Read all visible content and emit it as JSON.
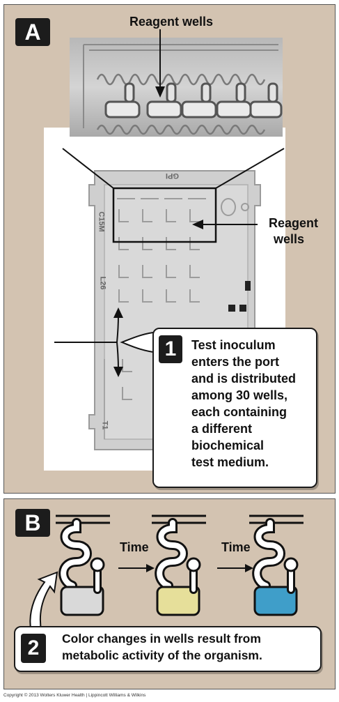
{
  "panel_a": {
    "tag": "A",
    "top_label": "Reagent wells",
    "side_label_line1": "Reagent",
    "side_label_line2": "wells",
    "card_text_top": "GPI",
    "card_text_left1": "C15M",
    "card_text_left2": "L26",
    "card_text_left3": "T1",
    "step_number": "1",
    "step_lines": [
      "Test inoculum",
      "enters the port",
      "and is distributed",
      "among 30 wells,",
      "each containing",
      "a different",
      "biochemical",
      "test medium."
    ]
  },
  "panel_b": {
    "tag": "B",
    "time_label_1": "Time",
    "time_label_2": "Time",
    "well_colors": [
      "#d9d9d9",
      "#e6df9a",
      "#3f9ec9"
    ],
    "step_number": "2",
    "step_line1": "Color changes in wells result from",
    "step_line2": "metabolic activity of the organism."
  },
  "copyright": "Copyright © 2013 Wolters Kluwer Health | Lippincott Williams & Wilkins"
}
